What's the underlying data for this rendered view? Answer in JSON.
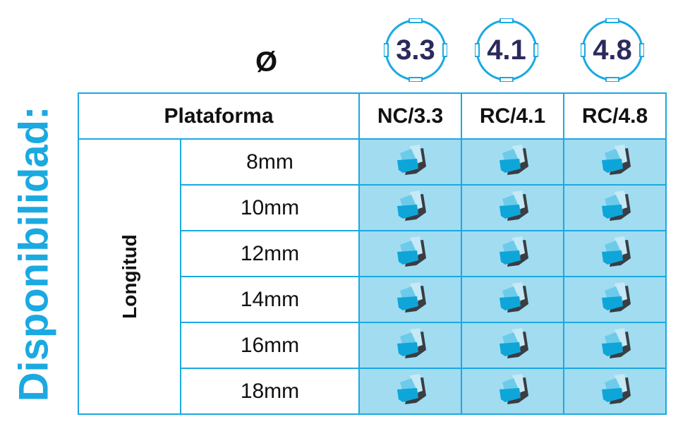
{
  "side_title": "Disponibilidad:",
  "diameter_symbol": "Ø",
  "badges": [
    "3.3",
    "4.1",
    "4.8"
  ],
  "table": {
    "platform_label": "Plataforma",
    "platforms": [
      "NC/3.3",
      "RC/4.1",
      "RC/4.8"
    ],
    "length_label": "Longitud",
    "lengths": [
      "8mm",
      "10mm",
      "12mm",
      "14mm",
      "16mm",
      "18mm"
    ],
    "availability_icon": "available-package-icon"
  },
  "colors": {
    "accent": "#1ba9e1",
    "cell": "#a1dcf0",
    "badge_text": "#2b2a5e"
  }
}
